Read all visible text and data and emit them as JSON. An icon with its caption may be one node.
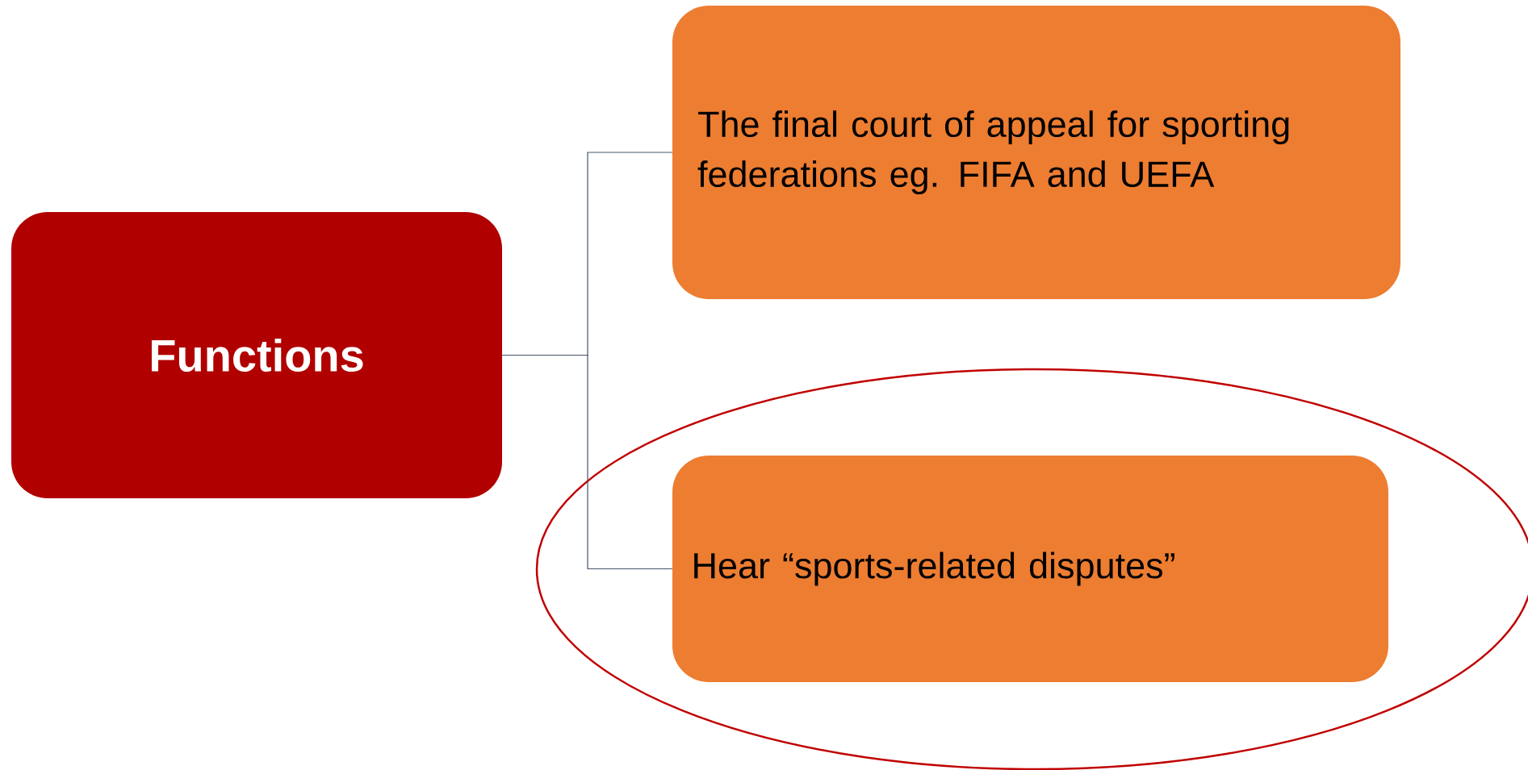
{
  "diagram": {
    "nodes": [
      {
        "text": [
          "Functions"
        ]
      },
      {
        "text": [
          "The final court of appeal for sporting federations eg. FIFA and UEFA"
        ]
      },
      {
        "text": [
          "Hear “sports-related disputes”"
        ]
      }
    ],
    "edges": [
      {
        "from": 0,
        "to": 1,
        "arrow": "none"
      },
      {
        "from": 0,
        "to": 2,
        "arrow": "none"
      }
    ]
  }
}
